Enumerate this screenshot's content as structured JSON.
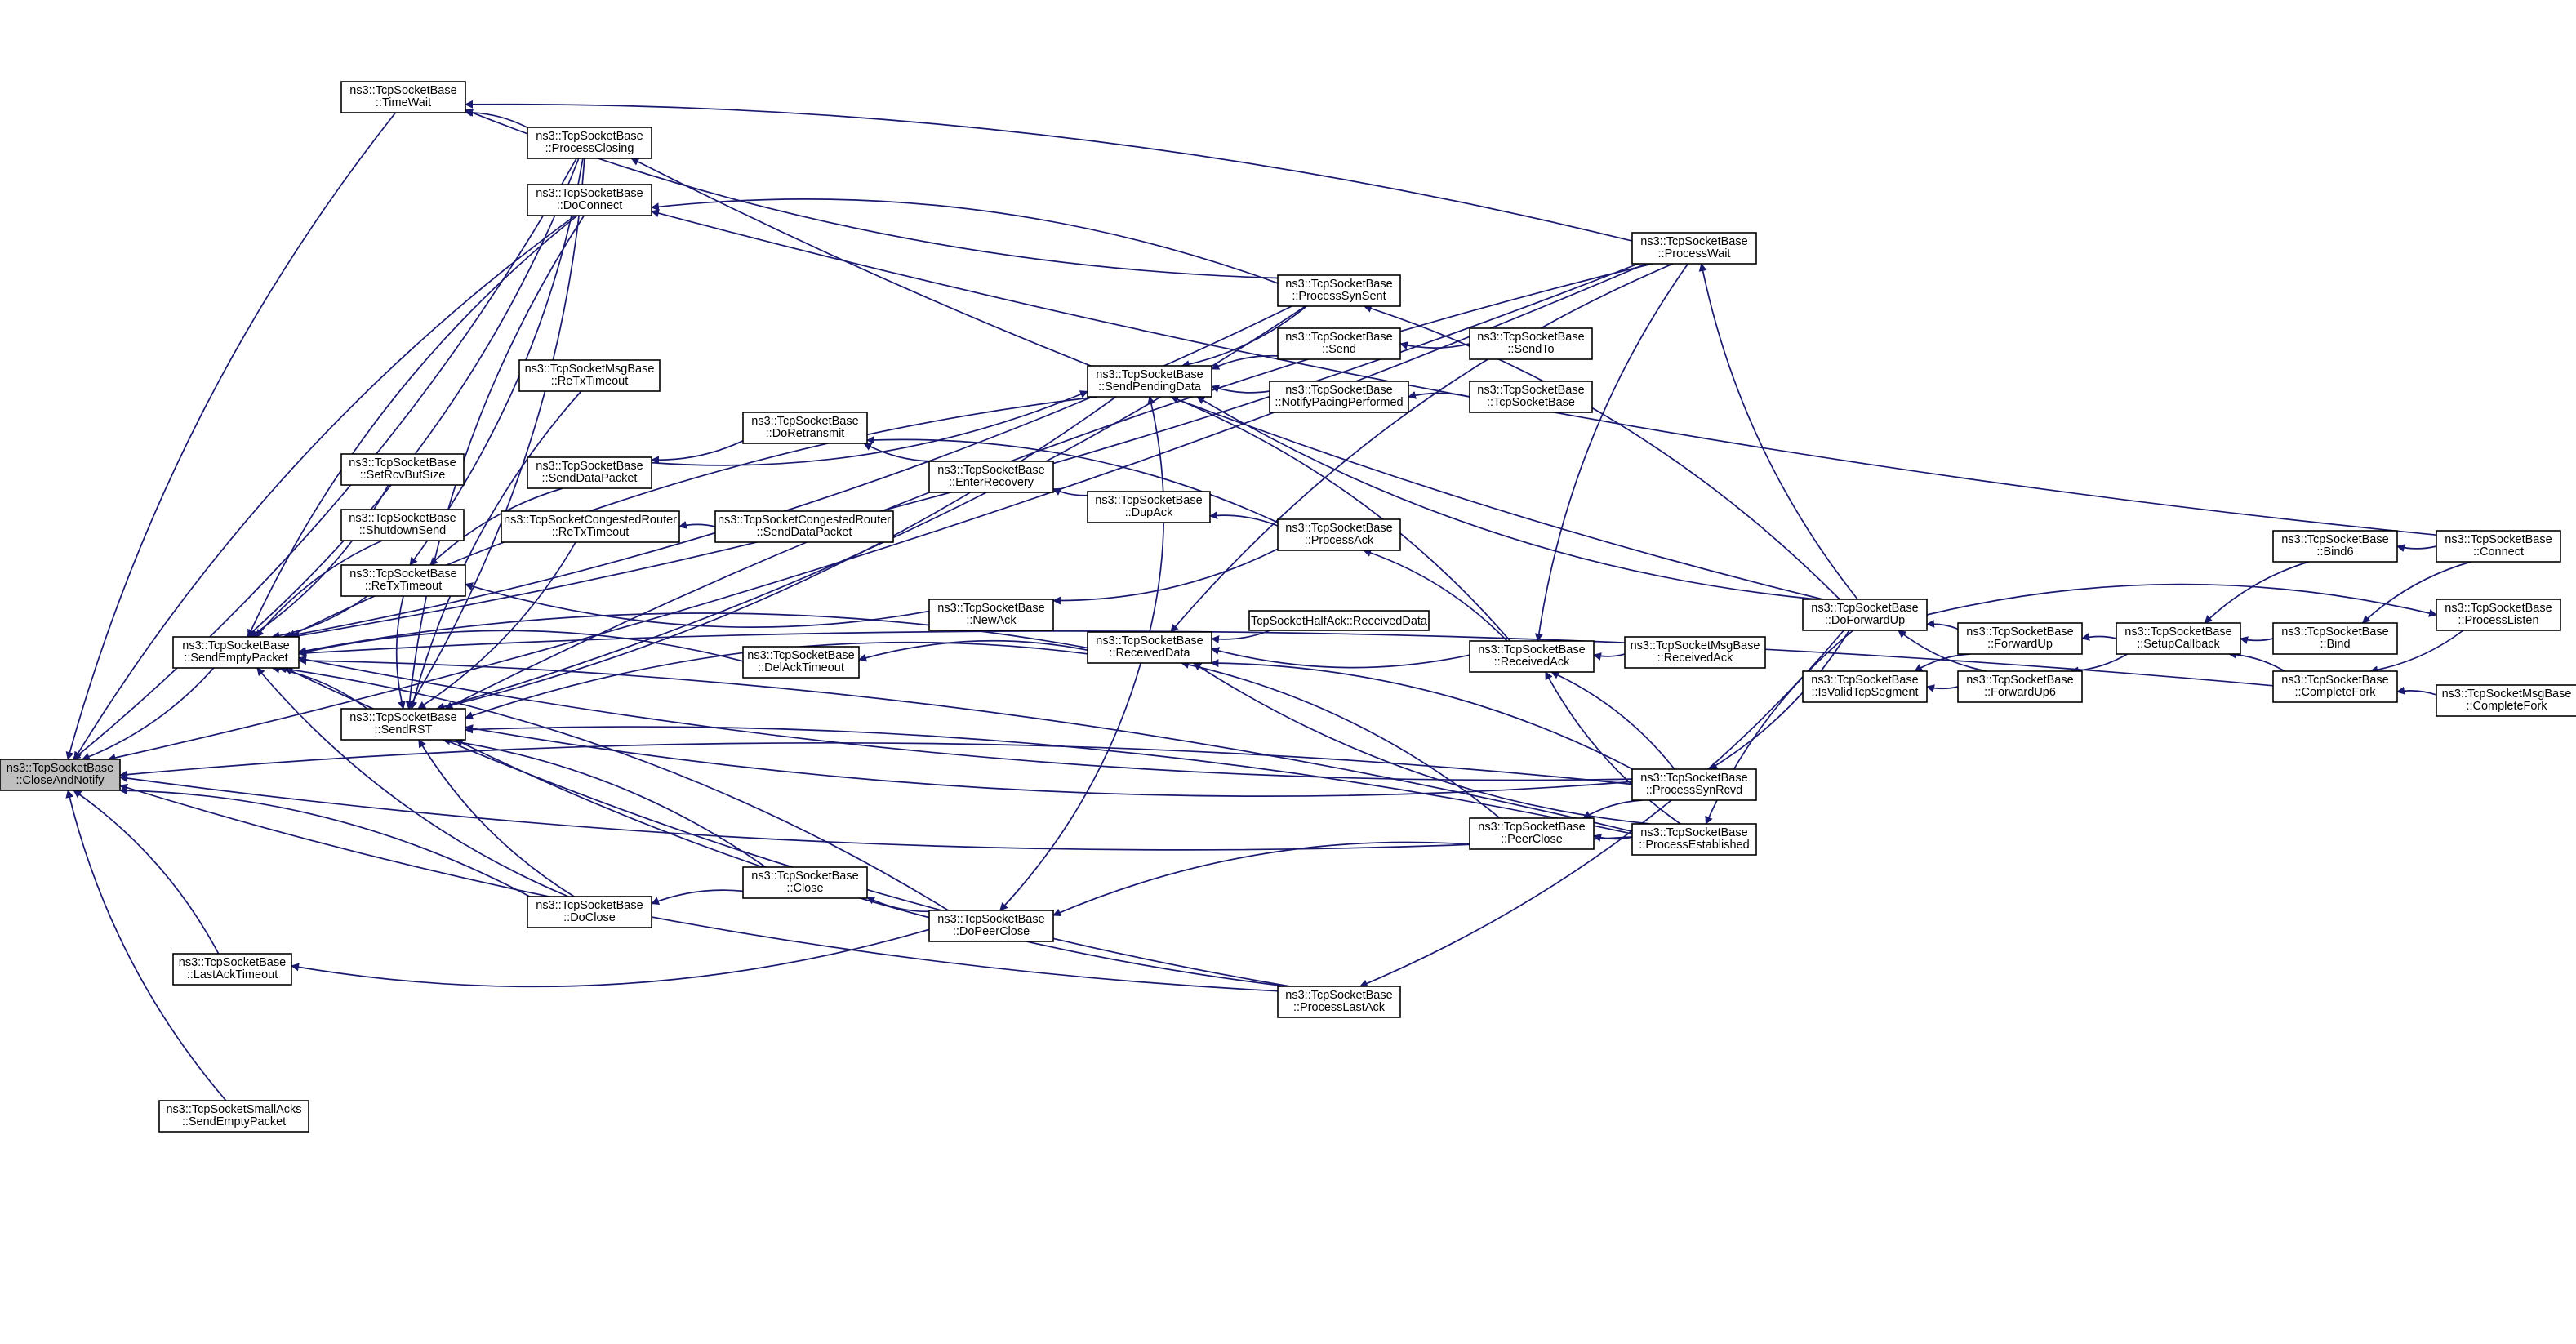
{
  "colors": {
    "edge": "#191970",
    "node_fill": "#ffffff",
    "root_fill": "#bfbfbf",
    "border": "#000000"
  },
  "nodes": {
    "close_and_notify": [
      "ns3::TcpSocketBase",
      "::CloseAndNotify"
    ],
    "send_empty_packet": [
      "ns3::TcpSocketBase",
      "::SendEmptyPacket"
    ],
    "last_ack_timeout": [
      "ns3::TcpSocketBase",
      "::LastAckTimeout"
    ],
    "small_acks_send_empty": [
      "ns3::TcpSocketSmallAcks",
      "::SendEmptyPacket"
    ],
    "time_wait": [
      "ns3::TcpSocketBase",
      "::TimeWait"
    ],
    "process_closing": [
      "ns3::TcpSocketBase",
      "::ProcessClosing"
    ],
    "do_connect": [
      "ns3::TcpSocketBase",
      "::DoConnect"
    ],
    "msg_retx_timeout": [
      "ns3::TcpSocketMsgBase",
      "::ReTxTimeout"
    ],
    "send_data_packet": [
      "ns3::TcpSocketBase",
      "::SendDataPacket"
    ],
    "set_rcv_buf_size": [
      "ns3::TcpSocketBase",
      "::SetRcvBufSize"
    ],
    "shutdown_send": [
      "ns3::TcpSocketBase",
      "::ShutdownSend"
    ],
    "cong_retx_timeout": [
      "ns3::TcpSocketCongestedRouter",
      "::ReTxTimeout"
    ],
    "cong_send_data_packet": [
      "ns3::TcpSocketCongestedRouter",
      "::SendDataPacket"
    ],
    "retx_timeout": [
      "ns3::TcpSocketBase",
      "::ReTxTimeout"
    ],
    "send_rst": [
      "ns3::TcpSocketBase",
      "::SendRST"
    ],
    "do_close": [
      "ns3::TcpSocketBase",
      "::DoClose"
    ],
    "close": [
      "ns3::TcpSocketBase",
      "::Close"
    ],
    "do_peer_close": [
      "ns3::TcpSocketBase",
      "::DoPeerClose"
    ],
    "del_ack_timeout": [
      "ns3::TcpSocketBase",
      "::DelAckTimeout"
    ],
    "do_retransmit": [
      "ns3::TcpSocketBase",
      "::DoRetransmit"
    ],
    "enter_recovery": [
      "ns3::TcpSocketBase",
      "::EnterRecovery"
    ],
    "dup_ack": [
      "ns3::TcpSocketBase",
      "::DupAck"
    ],
    "new_ack": [
      "ns3::TcpSocketBase",
      "::NewAck"
    ],
    "send_pending_data": [
      "ns3::TcpSocketBase",
      "::SendPendingData"
    ],
    "received_data": [
      "ns3::TcpSocketBase",
      "::ReceivedData"
    ],
    "half_ack_received_data": [
      "TcpSocketHalfAck::ReceivedData"
    ],
    "process_syn_sent": [
      "ns3::TcpSocketBase",
      "::ProcessSynSent"
    ],
    "send": [
      "ns3::TcpSocketBase",
      "::Send"
    ],
    "notify_pacing": [
      "ns3::TcpSocketBase",
      "::NotifyPacingPerformed"
    ],
    "process_ack": [
      "ns3::TcpSocketBase",
      "::ProcessAck"
    ],
    "process_last_ack": [
      "ns3::TcpSocketBase",
      "::ProcessLastAck"
    ],
    "send_to": [
      "ns3::TcpSocketBase",
      "::SendTo"
    ],
    "tcp_socket_base_ctor": [
      "ns3::TcpSocketBase",
      "::TcpSocketBase"
    ],
    "received_ack": [
      "ns3::TcpSocketBase",
      "::ReceivedAck"
    ],
    "msg_received_ack": [
      "ns3::TcpSocketMsgBase",
      "::ReceivedAck"
    ],
    "peer_close": [
      "ns3::TcpSocketBase",
      "::PeerClose"
    ],
    "process_wait": [
      "ns3::TcpSocketBase",
      "::ProcessWait"
    ],
    "process_syn_rcvd": [
      "ns3::TcpSocketBase",
      "::ProcessSynRcvd"
    ],
    "process_established": [
      "ns3::TcpSocketBase",
      "::ProcessEstablished"
    ],
    "do_forward_up": [
      "ns3::TcpSocketBase",
      "::DoForwardUp"
    ],
    "is_valid_tcp_segment": [
      "ns3::TcpSocketBase",
      "::IsValidTcpSegment"
    ],
    "forward_up": [
      "ns3::TcpSocketBase",
      "::ForwardUp"
    ],
    "forward_up6": [
      "ns3::TcpSocketBase",
      "::ForwardUp6"
    ],
    "setup_callback": [
      "ns3::TcpSocketBase",
      "::SetupCallback"
    ],
    "bind6": [
      "ns3::TcpSocketBase",
      "::Bind6"
    ],
    "bind": [
      "ns3::TcpSocketBase",
      "::Bind"
    ],
    "complete_fork": [
      "ns3::TcpSocketBase",
      "::CompleteFork"
    ],
    "connect": [
      "ns3::TcpSocketBase",
      "::Connect"
    ],
    "process_listen": [
      "ns3::TcpSocketBase",
      "::ProcessListen"
    ],
    "msg_complete_fork": [
      "ns3::TcpSocketMsgBase",
      "::CompleteFork"
    ]
  },
  "edges": [
    [
      "send_empty_packet",
      "close_and_notify"
    ],
    [
      "last_ack_timeout",
      "close_and_notify"
    ],
    [
      "small_acks_send_empty",
      "close_and_notify"
    ],
    [
      "time_wait",
      "close_and_notify"
    ],
    [
      "process_closing",
      "close_and_notify"
    ],
    [
      "do_connect",
      "close_and_notify"
    ],
    [
      "process_wait",
      "close_and_notify"
    ],
    [
      "do_close",
      "close_and_notify"
    ],
    [
      "process_last_ack",
      "close_and_notify"
    ],
    [
      "process_syn_rcvd",
      "close_and_notify"
    ],
    [
      "process_established",
      "close_and_notify"
    ],
    [
      "process_closing",
      "time_wait"
    ],
    [
      "process_syn_sent",
      "time_wait"
    ],
    [
      "process_wait",
      "time_wait"
    ],
    [
      "do_forward_up",
      "process_closing"
    ],
    [
      "process_syn_sent",
      "do_connect"
    ],
    [
      "connect",
      "do_connect"
    ],
    [
      "send_data_packet",
      "send_pending_data"
    ],
    [
      "do_retransmit",
      "send_data_packet"
    ],
    [
      "cong_send_data_packet",
      "cong_retx_timeout"
    ],
    [
      "new_ack",
      "retx_timeout"
    ],
    [
      "del_ack_timeout",
      "send_empty_packet"
    ],
    [
      "do_close",
      "send_empty_packet"
    ],
    [
      "do_peer_close",
      "send_empty_packet"
    ],
    [
      "process_last_ack",
      "send_empty_packet"
    ],
    [
      "received_data",
      "send_empty_packet"
    ],
    [
      "process_syn_sent",
      "send_empty_packet"
    ],
    [
      "send_pending_data",
      "send_empty_packet"
    ],
    [
      "process_syn_rcvd",
      "send_empty_packet"
    ],
    [
      "process_established",
      "send_empty_packet"
    ],
    [
      "process_wait",
      "send_empty_packet"
    ],
    [
      "complete_fork",
      "send_empty_packet"
    ],
    [
      "process_closing",
      "send_empty_packet"
    ],
    [
      "do_connect",
      "send_empty_packet"
    ],
    [
      "retx_timeout",
      "send_empty_packet"
    ],
    [
      "shutdown_send",
      "send_empty_packet"
    ],
    [
      "set_rcv_buf_size",
      "send_empty_packet"
    ],
    [
      "send_rst",
      "send_empty_packet"
    ],
    [
      "do_peer_close",
      "last_ack_timeout"
    ],
    [
      "close",
      "do_close"
    ],
    [
      "do_peer_close",
      "close"
    ],
    [
      "peer_close",
      "do_peer_close"
    ],
    [
      "received_data",
      "do_peer_close"
    ],
    [
      "received_data",
      "del_ack_timeout"
    ],
    [
      "received_ack",
      "received_data"
    ],
    [
      "process_syn_rcvd",
      "received_data"
    ],
    [
      "process_established",
      "received_data"
    ],
    [
      "peer_close",
      "received_data"
    ],
    [
      "half_ack_received_data",
      "received_data"
    ],
    [
      "process_wait",
      "received_data"
    ],
    [
      "process_syn_sent",
      "send_pending_data"
    ],
    [
      "send",
      "send_pending_data"
    ],
    [
      "notify_pacing",
      "send_pending_data"
    ],
    [
      "received_ack",
      "send_pending_data"
    ],
    [
      "do_forward_up",
      "send_pending_data"
    ],
    [
      "received_data",
      "send_pending_data"
    ],
    [
      "send_to",
      "send"
    ],
    [
      "tcp_socket_base_ctor",
      "notify_pacing"
    ],
    [
      "enter_recovery",
      "do_retransmit"
    ],
    [
      "process_ack",
      "do_retransmit"
    ],
    [
      "dup_ack",
      "enter_recovery"
    ],
    [
      "process_ack",
      "dup_ack"
    ],
    [
      "process_ack",
      "new_ack"
    ],
    [
      "received_ack",
      "process_ack"
    ],
    [
      "msg_received_ack",
      "received_ack"
    ],
    [
      "process_syn_rcvd",
      "received_ack"
    ],
    [
      "process_established",
      "received_ack"
    ],
    [
      "process_wait",
      "received_ack"
    ],
    [
      "process_established",
      "peer_close"
    ],
    [
      "process_syn_rcvd",
      "peer_close"
    ],
    [
      "do_forward_up",
      "process_syn_rcvd"
    ],
    [
      "do_forward_up",
      "process_established"
    ],
    [
      "do_forward_up",
      "process_last_ack"
    ],
    [
      "do_forward_up",
      "process_syn_sent"
    ],
    [
      "do_forward_up",
      "process_wait"
    ],
    [
      "forward_up",
      "do_forward_up"
    ],
    [
      "forward_up6",
      "do_forward_up"
    ],
    [
      "forward_up",
      "is_valid_tcp_segment"
    ],
    [
      "forward_up6",
      "is_valid_tcp_segment"
    ],
    [
      "setup_callback",
      "forward_up"
    ],
    [
      "setup_callback",
      "forward_up6"
    ],
    [
      "bind6",
      "setup_callback"
    ],
    [
      "bind",
      "setup_callback"
    ],
    [
      "complete_fork",
      "setup_callback"
    ],
    [
      "connect",
      "bind6"
    ],
    [
      "connect",
      "bind"
    ],
    [
      "process_listen",
      "complete_fork"
    ],
    [
      "msg_complete_fork",
      "complete_fork"
    ],
    [
      "do_forward_up",
      "process_listen"
    ],
    [
      "retx_timeout",
      "send_rst"
    ],
    [
      "do_close",
      "send_rst"
    ],
    [
      "close",
      "send_rst"
    ],
    [
      "process_syn_rcvd",
      "send_rst"
    ],
    [
      "process_established",
      "send_rst"
    ],
    [
      "process_last_ack",
      "send_rst"
    ],
    [
      "process_wait",
      "send_rst"
    ],
    [
      "process_syn_sent",
      "send_rst"
    ],
    [
      "received_data",
      "send_rst"
    ],
    [
      "send_pending_data",
      "send_rst"
    ],
    [
      "msg_retx_timeout",
      "send_rst"
    ],
    [
      "cong_retx_timeout",
      "send_rst"
    ],
    [
      "do_connect",
      "send_rst"
    ],
    [
      "process_closing",
      "send_rst"
    ],
    [
      "send_data_packet",
      "retx_timeout"
    ],
    [
      "process_closing",
      "retx_timeout"
    ]
  ]
}
